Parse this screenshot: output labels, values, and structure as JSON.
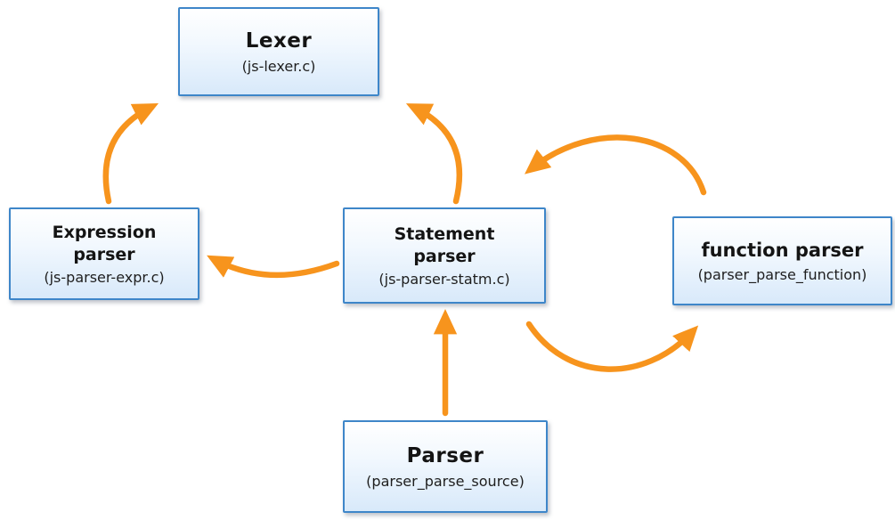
{
  "diagram": {
    "colors": {
      "arrow": "#F7941D",
      "box_border": "#3e86c9",
      "box_fill_bottom": "#d8e9fa",
      "text": "#141414"
    },
    "nodes": {
      "lexer": {
        "title": "Lexer",
        "subtitle": "(js-lexer.c)"
      },
      "expression_parser": {
        "title": "Expression\nparser",
        "subtitle": "(js-parser-expr.c)"
      },
      "statement_parser": {
        "title": "Statement\nparser",
        "subtitle": "(js-parser-statm.c)"
      },
      "function_parser": {
        "title": "function parser",
        "subtitle": "(parser_parse_function)"
      },
      "parser": {
        "title": "Parser",
        "subtitle": "(parser_parse_source)"
      }
    },
    "edges": [
      {
        "from": "expression_parser",
        "to": "lexer"
      },
      {
        "from": "statement_parser",
        "to": "lexer"
      },
      {
        "from": "statement_parser",
        "to": "expression_parser"
      },
      {
        "from": "parser",
        "to": "statement_parser"
      },
      {
        "from": "function_parser",
        "to": "statement_parser"
      },
      {
        "from": "statement_parser",
        "to": "function_parser"
      }
    ]
  }
}
